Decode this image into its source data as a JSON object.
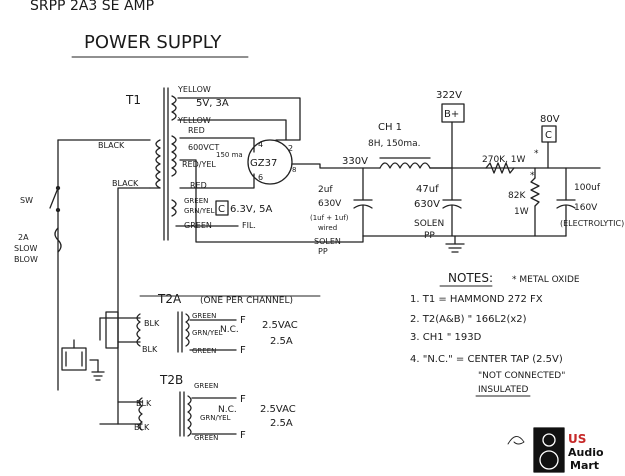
{
  "header": {
    "title_partial": "SRPP 2A3 SE AMP",
    "subtitle": "POWER SUPPLY"
  },
  "t1": {
    "label": "T1",
    "yellow1": "YELLOW",
    "v5": "5V, 3A",
    "yellow2": "YELLOW",
    "red1": "RED",
    "hv": "600VCT",
    "ma": "150 ma",
    "redyel": "RED/YEL",
    "red2": "RED",
    "green1": "GREEN",
    "grnyel": "GRN/YEL",
    "green2": "GREEN",
    "node_c": "C",
    "fil": "6.3V, 5A",
    "fil2": "FIL.",
    "pin4": "4",
    "pin2": "2",
    "pin6": "6",
    "pin8": "8",
    "rect": "GZ37",
    "prim_black1": "BLACK",
    "prim_black2": "BLACK"
  },
  "mains": {
    "sw": "SW",
    "fuse1": "2A",
    "fuse2": "SLOW",
    "fuse3": "BLOW"
  },
  "filter": {
    "v330": "330V",
    "c1_val": "2uf",
    "c1_v": "630V",
    "c1_note": "(1uf + 1uf)",
    "c1_note2": "wired",
    "c1_type": "SOLEN",
    "c1_type2": "PP",
    "ch1": "CH 1",
    "ch1_spec": "8H, 150ma.",
    "v322": "322V",
    "bplus": "B+",
    "c2_val": "47uf",
    "c2_v": "630V",
    "c2_type": "SOLEN",
    "c2_type2": "PP",
    "r1": "270K, 1W",
    "r1_mark": "*",
    "v80": "80V",
    "node_c2": "C",
    "r2": "82K",
    "r2_mark": "*",
    "r2_w": "1W",
    "c3_val": "100uf",
    "c3_v": "160V",
    "c3_type": "(ELECTROLYTIC)"
  },
  "t2a": {
    "label": "T2A",
    "note": "(ONE PER CHANNEL)",
    "blk1": "BLK",
    "blk2": "BLK",
    "green1": "GREEN",
    "grnyel": "GRN/YEL",
    "green2": "GREEN",
    "nc": "N.C.",
    "f1": "F",
    "f2": "F",
    "vac": "2.5VAC",
    "amp": "2.5A"
  },
  "t2b": {
    "label": "T2B",
    "blk1": "BLK",
    "blk2": "BLK",
    "green1": "GREEN",
    "grnyel": "GRN/YEL",
    "green2": "GREEN",
    "nc": "N.C.",
    "f1": "F",
    "f2": "F",
    "vac": "2.5VAC",
    "amp": "2.5A"
  },
  "notes": {
    "heading": "NOTES:",
    "metal": "* METAL OXIDE",
    "n1": "1. T1  =  HAMMOND  272 FX",
    "n2": "2. T2(A&B)   \"      166L2(x2)",
    "n3": "3. CH1       \"      193D",
    "n4": "4. \"N.C.\" =  CENTER TAP (2.5V)",
    "n4b": "\"NOT CONNECTED\"",
    "n4c": "INSULATED"
  },
  "logo": {
    "line1": "US",
    "line2": "Audio",
    "line3": "Mart"
  }
}
